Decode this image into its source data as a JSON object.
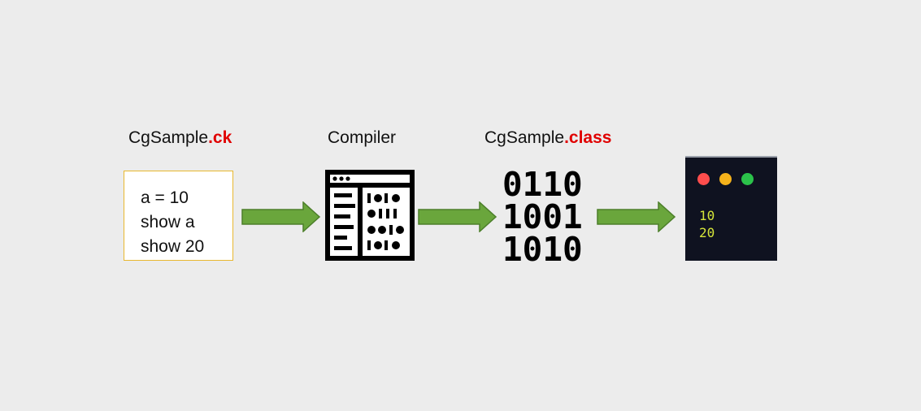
{
  "steps": {
    "source": {
      "label_base": "CgSample",
      "label_ext": ".ck",
      "code_lines": [
        "a = 10",
        "show a",
        "show 20"
      ]
    },
    "compiler": {
      "label": "Compiler",
      "icon": "compiler-window-icon"
    },
    "bytecode": {
      "label_base": "CgSample",
      "label_ext": ".class",
      "binary_lines": [
        "0110",
        "1001",
        "1010"
      ]
    },
    "output": {
      "icon": "terminal-window-icon",
      "lines": [
        "10",
        "20"
      ]
    }
  },
  "colors": {
    "background": "#ececec",
    "extension_text": "#e00000",
    "source_box_border": "#e8b830",
    "arrow_fill": "#6aa63c",
    "arrow_stroke": "#4c7f2a",
    "terminal_bg": "#0f1220",
    "terminal_text": "#d6e63a",
    "dot_red": "#ff4d4d",
    "dot_yellow": "#f5b21b",
    "dot_green": "#2bc24a"
  }
}
